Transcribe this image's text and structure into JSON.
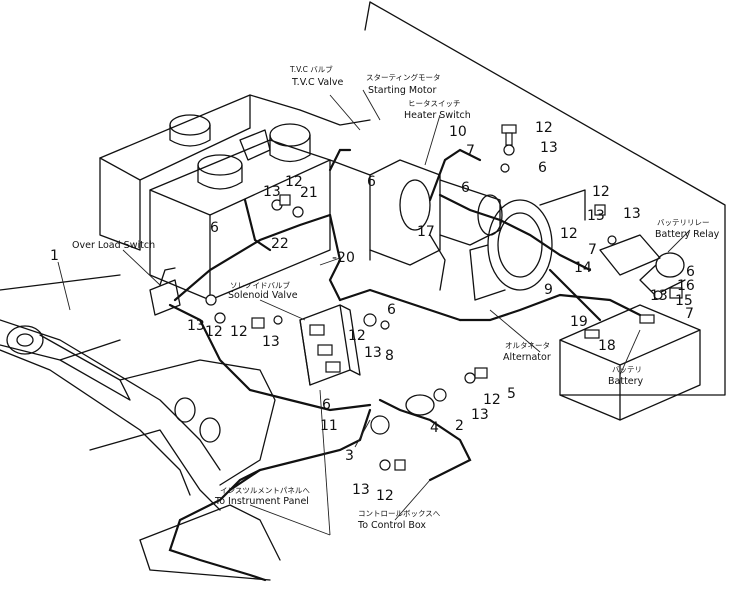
{
  "labels": {
    "tvc_jp": "T.V.C バルブ",
    "tvc_en": "T.V.C Valve",
    "starting_jp": "スターティングモータ",
    "starting_en": "Starting Motor",
    "heater_jp": "ヒータスイッチ",
    "heater_en": "Heater Switch",
    "battery_relay_jp": "バッテリリレー",
    "battery_relay_en": "Battery Relay",
    "overload_en": "Over Load Switch",
    "solenoid_jp": "ソレノイドバルブ",
    "solenoid_en": "Solenoid Valve",
    "alternator_jp": "オルタネータ",
    "alternator_en": "Alternator",
    "battery_jp": "バッテリ",
    "battery_en": "Battery",
    "instrument_jp": "インスツルメントパネルへ",
    "instrument_en": "To Instrument Panel",
    "control_jp": "コントロールボックスへ",
    "control_en": "To Control Box"
  },
  "callouts": [
    {
      "id": "n1",
      "text": "1"
    },
    {
      "id": "n2",
      "text": "2"
    },
    {
      "id": "n3",
      "text": "3"
    },
    {
      "id": "n4",
      "text": "4"
    },
    {
      "id": "n5",
      "text": "5"
    },
    {
      "id": "n6a",
      "text": "6"
    },
    {
      "id": "n6b",
      "text": "6"
    },
    {
      "id": "n6c",
      "text": "6"
    },
    {
      "id": "n6d",
      "text": "6"
    },
    {
      "id": "n6e",
      "text": "6"
    },
    {
      "id": "n6f",
      "text": "6"
    },
    {
      "id": "n6g",
      "text": "6"
    },
    {
      "id": "n7a",
      "text": "7"
    },
    {
      "id": "n7b",
      "text": "7"
    },
    {
      "id": "n7c",
      "text": "7"
    },
    {
      "id": "n8",
      "text": "8"
    },
    {
      "id": "n9",
      "text": "9"
    },
    {
      "id": "n10",
      "text": "10"
    },
    {
      "id": "n11",
      "text": "11"
    },
    {
      "id": "n12a",
      "text": "12"
    },
    {
      "id": "n12b",
      "text": "12"
    },
    {
      "id": "n12c",
      "text": "12"
    },
    {
      "id": "n12d",
      "text": "12"
    },
    {
      "id": "n12e",
      "text": "12"
    },
    {
      "id": "n12f",
      "text": "12"
    },
    {
      "id": "n12g",
      "text": "12"
    },
    {
      "id": "n12h",
      "text": "12"
    },
    {
      "id": "n12i",
      "text": "12"
    },
    {
      "id": "n13a",
      "text": "13"
    },
    {
      "id": "n13b",
      "text": "13"
    },
    {
      "id": "n13c",
      "text": "13"
    },
    {
      "id": "n13d",
      "text": "13"
    },
    {
      "id": "n13e",
      "text": "13"
    },
    {
      "id": "n13f",
      "text": "13"
    },
    {
      "id": "n13g",
      "text": "13"
    },
    {
      "id": "n13h",
      "text": "13"
    },
    {
      "id": "n13i",
      "text": "13"
    },
    {
      "id": "n13j",
      "text": "13"
    },
    {
      "id": "n14",
      "text": "14"
    },
    {
      "id": "n15",
      "text": "15"
    },
    {
      "id": "n16",
      "text": "16"
    },
    {
      "id": "n17",
      "text": "17"
    },
    {
      "id": "n18",
      "text": "18"
    },
    {
      "id": "n19",
      "text": "19"
    },
    {
      "id": "n20",
      "text": "-20"
    },
    {
      "id": "n21",
      "text": "21"
    },
    {
      "id": "n22",
      "text": "22"
    }
  ]
}
